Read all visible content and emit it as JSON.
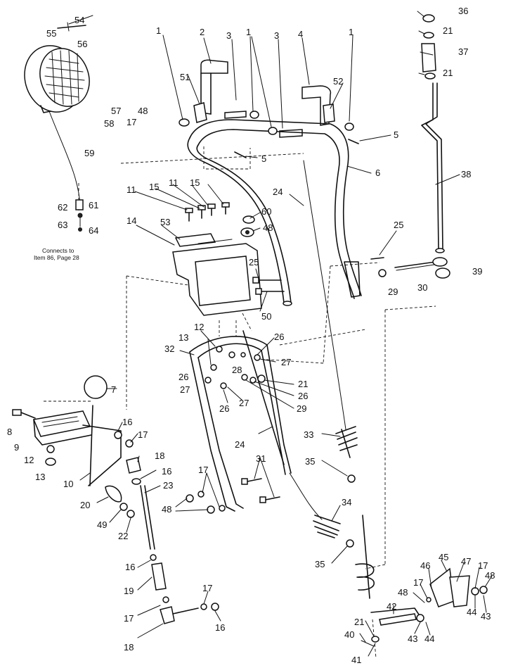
{
  "note": {
    "line1": "Connects to",
    "line2": "Item 86, Page 28"
  },
  "callouts": [
    {
      "id": "c-54",
      "text": "54"
    },
    {
      "id": "c-55",
      "text": "55"
    },
    {
      "id": "c-56",
      "text": "56"
    },
    {
      "id": "c-1a",
      "text": "1"
    },
    {
      "id": "c-2",
      "text": "2"
    },
    {
      "id": "c-3a",
      "text": "3"
    },
    {
      "id": "c-1b",
      "text": "1"
    },
    {
      "id": "c-3b",
      "text": "3"
    },
    {
      "id": "c-4",
      "text": "4"
    },
    {
      "id": "c-1c",
      "text": "1"
    },
    {
      "id": "c-36",
      "text": "36"
    },
    {
      "id": "c-21a",
      "text": "21"
    },
    {
      "id": "c-37",
      "text": "37"
    },
    {
      "id": "c-21b",
      "text": "21"
    },
    {
      "id": "c-51",
      "text": "51"
    },
    {
      "id": "c-52",
      "text": "52"
    },
    {
      "id": "c-57",
      "text": "57"
    },
    {
      "id": "c-48a",
      "text": "48"
    },
    {
      "id": "c-58",
      "text": "58"
    },
    {
      "id": "c-17a",
      "text": "17"
    },
    {
      "id": "c-59",
      "text": "59"
    },
    {
      "id": "c-5a",
      "text": "5"
    },
    {
      "id": "c-5b",
      "text": "5"
    },
    {
      "id": "c-6",
      "text": "6"
    },
    {
      "id": "c-38",
      "text": "38"
    },
    {
      "id": "c-24a",
      "text": "24"
    },
    {
      "id": "c-11a",
      "text": "11"
    },
    {
      "id": "c-15a",
      "text": "15"
    },
    {
      "id": "c-11b",
      "text": "11"
    },
    {
      "id": "c-15b",
      "text": "15"
    },
    {
      "id": "c-60",
      "text": "60"
    },
    {
      "id": "c-48b",
      "text": "48"
    },
    {
      "id": "c-62",
      "text": "62"
    },
    {
      "id": "c-61",
      "text": "61"
    },
    {
      "id": "c-63",
      "text": "63"
    },
    {
      "id": "c-64",
      "text": "64"
    },
    {
      "id": "c-14",
      "text": "14"
    },
    {
      "id": "c-53",
      "text": "53"
    },
    {
      "id": "c-25a",
      "text": "25"
    },
    {
      "id": "c-25b",
      "text": "25"
    },
    {
      "id": "c-29a",
      "text": "29"
    },
    {
      "id": "c-30",
      "text": "30"
    },
    {
      "id": "c-39",
      "text": "39"
    },
    {
      "id": "c-50",
      "text": "50"
    },
    {
      "id": "c-12a",
      "text": "12"
    },
    {
      "id": "c-13a",
      "text": "13"
    },
    {
      "id": "c-32",
      "text": "32"
    },
    {
      "id": "c-26a",
      "text": "26"
    },
    {
      "id": "c-27a",
      "text": "27"
    },
    {
      "id": "c-26b",
      "text": "26"
    },
    {
      "id": "c-28",
      "text": "28"
    },
    {
      "id": "c-27b",
      "text": "27"
    },
    {
      "id": "c-21c",
      "text": "21"
    },
    {
      "id": "c-26c",
      "text": "26"
    },
    {
      "id": "c-29b",
      "text": "29"
    },
    {
      "id": "c-26d",
      "text": "26"
    },
    {
      "id": "c-27c",
      "text": "27"
    },
    {
      "id": "c-7",
      "text": "7"
    },
    {
      "id": "c-8",
      "text": "8"
    },
    {
      "id": "c-9",
      "text": "9"
    },
    {
      "id": "c-16a",
      "text": "16"
    },
    {
      "id": "c-17b",
      "text": "17"
    },
    {
      "id": "c-12b",
      "text": "12"
    },
    {
      "id": "c-13b",
      "text": "13"
    },
    {
      "id": "c-18a",
      "text": "18"
    },
    {
      "id": "c-16b",
      "text": "16"
    },
    {
      "id": "c-10",
      "text": "10"
    },
    {
      "id": "c-23",
      "text": "23"
    },
    {
      "id": "c-20",
      "text": "20"
    },
    {
      "id": "c-49",
      "text": "49"
    },
    {
      "id": "c-22",
      "text": "22"
    },
    {
      "id": "c-24b",
      "text": "24"
    },
    {
      "id": "c-33",
      "text": "33"
    },
    {
      "id": "c-35a",
      "text": "35"
    },
    {
      "id": "c-31",
      "text": "31"
    },
    {
      "id": "c-17c",
      "text": "17"
    },
    {
      "id": "c-48c",
      "text": "48"
    },
    {
      "id": "c-34",
      "text": "34"
    },
    {
      "id": "c-35b",
      "text": "35"
    },
    {
      "id": "c-16c",
      "text": "16"
    },
    {
      "id": "c-19",
      "text": "19"
    },
    {
      "id": "c-17d",
      "text": "17"
    },
    {
      "id": "c-17e",
      "text": "17"
    },
    {
      "id": "c-16d",
      "text": "16"
    },
    {
      "id": "c-18b",
      "text": "18"
    },
    {
      "id": "c-46",
      "text": "46"
    },
    {
      "id": "c-45",
      "text": "45"
    },
    {
      "id": "c-47",
      "text": "47"
    },
    {
      "id": "c-17f",
      "text": "17"
    },
    {
      "id": "c-48d",
      "text": "48"
    },
    {
      "id": "c-17g",
      "text": "17"
    },
    {
      "id": "c-48e",
      "text": "48"
    },
    {
      "id": "c-42",
      "text": "42"
    },
    {
      "id": "c-44a",
      "text": "44"
    },
    {
      "id": "c-43a",
      "text": "43"
    },
    {
      "id": "c-43b",
      "text": "43"
    },
    {
      "id": "c-44b",
      "text": "44"
    },
    {
      "id": "c-21d",
      "text": "21"
    },
    {
      "id": "c-40",
      "text": "40"
    },
    {
      "id": "c-41",
      "text": "41"
    }
  ]
}
